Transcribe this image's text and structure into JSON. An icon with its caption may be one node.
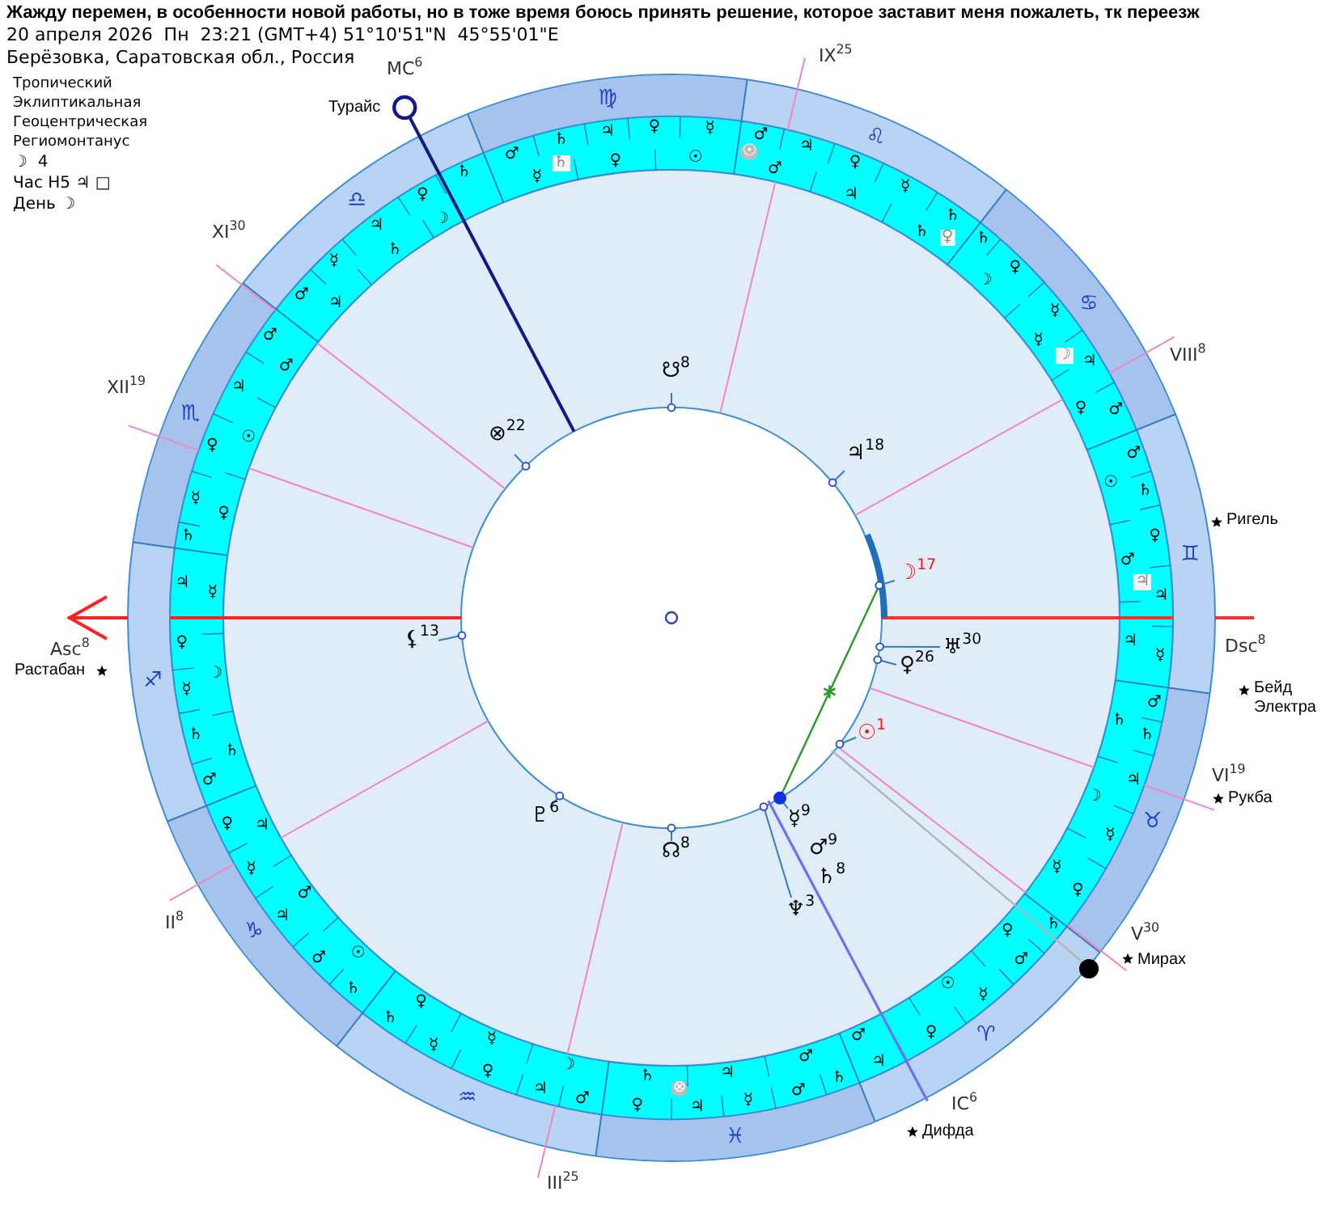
{
  "diagram": {
    "title": "Жажду перемен, в особенности новой работы, но в тоже время боюсь принять решение, которое заставит меня пожалеть, тк переезж",
    "labels": [
      "20 апреля 2026  Пн  23:21 (GMT+4) 51°10'51\"N  45°55'01\"E",
      "Берёзовка, Саратовская обл., Россия",
      "Тропический",
      "Эклиптикальная",
      "Геоцентрическая",
      "Региомонтанус",
      "☽  4",
      "Час H5 ♃ □",
      "День ☽",
      "MC$^{6}$",
      "Турайс",
      "IX$^{25}$",
      "XI$^{30}$",
      "XII$^{19}$",
      "VIII$^{8}$",
      "Ригель",
      "Asc$^{8}$",
      "Растабан",
      "Dsc$^{8}$",
      "Бейд",
      "Электра",
      "VI$^{19}$",
      "Рукба",
      "II$^{8}$",
      "V$^{30}$",
      "Мирах",
      "IC$^{6}$",
      "Дифда",
      "III$^{25}$",
      "☋$^{8}$",
      "⊗$^{22}$",
      "♃$^{18}$",
      "⚸$^{13}$",
      "☽$^{17}$",
      "♀$^{26}$",
      "♅$^{30}$",
      "☉$^{1}$",
      "♇$^{6}$",
      "☊$^{8}$",
      "☿$^{9}$",
      "♂$^{9}$",
      "♄$^{8}$",
      "♆$^{3}$",
      "♈",
      "♉",
      "♊",
      "♋",
      "♌",
      "♍",
      "♎",
      "♏",
      "♐",
      "♑",
      "♒",
      "♓",
      "♃",
      "♀",
      "☿",
      "♂",
      "♄",
      "♂",
      "☉",
      "♀",
      "♀",
      "☿",
      "♃",
      "♄",
      "♂",
      "☿",
      "☽",
      "♄",
      "☿",
      "♃",
      "♀",
      "♄",
      "♂",
      "♃",
      "♂",
      "☉",
      "♂",
      "♃",
      "☿",
      "♀",
      "♄",
      "♀",
      "☿",
      "☽",
      "♄",
      "☿",
      "♀",
      "♃",
      "♂",
      "♄",
      "♃",
      "♂",
      "☿",
      "♀",
      "♃",
      "♄",
      "♂",
      "☉",
      "♀",
      "☿",
      "♄",
      "♀",
      "♃",
      "☿",
      "♂",
      "☽",
      "♄",
      "♃",
      "♂",
      "♃",
      "♀",
      "☿",
      "♄",
      "♂",
      "☉",
      "♀",
      "♃",
      "♀",
      "☿",
      "♄",
      "♂",
      "☿",
      "☽",
      "♄",
      "♀",
      "☿",
      "♃",
      "♂",
      "♄",
      "♃",
      "♂",
      "☉",
      "♄",
      "☿",
      "♀",
      "♃",
      "♂",
      "♀",
      "☿",
      "☽",
      "♀",
      "♃",
      "☿",
      "♂",
      "♄",
      "♄",
      "♃",
      "♂",
      "♄",
      "☉",
      "♀",
      "☽",
      "♃",
      "⊗"
    ]
  }
}
